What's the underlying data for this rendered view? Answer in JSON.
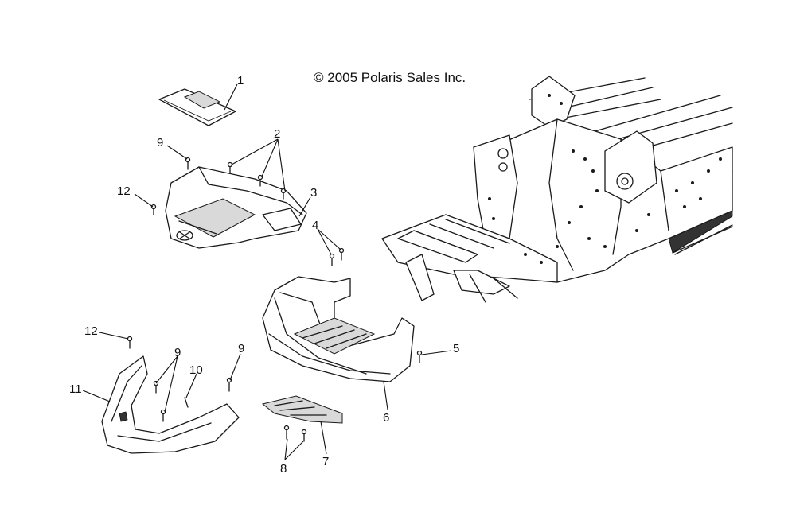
{
  "copyright": "© 2005 Polaris Sales Inc.",
  "callouts": {
    "c1": "1",
    "c2": "2",
    "c3": "3",
    "c4": "4",
    "c5": "5",
    "c6": "6",
    "c7": "7",
    "c8": "8",
    "c9a": "9",
    "c9b": "9",
    "c9c": "9",
    "c10": "10",
    "c11": "11",
    "c12a": "12",
    "c12b": "12"
  }
}
